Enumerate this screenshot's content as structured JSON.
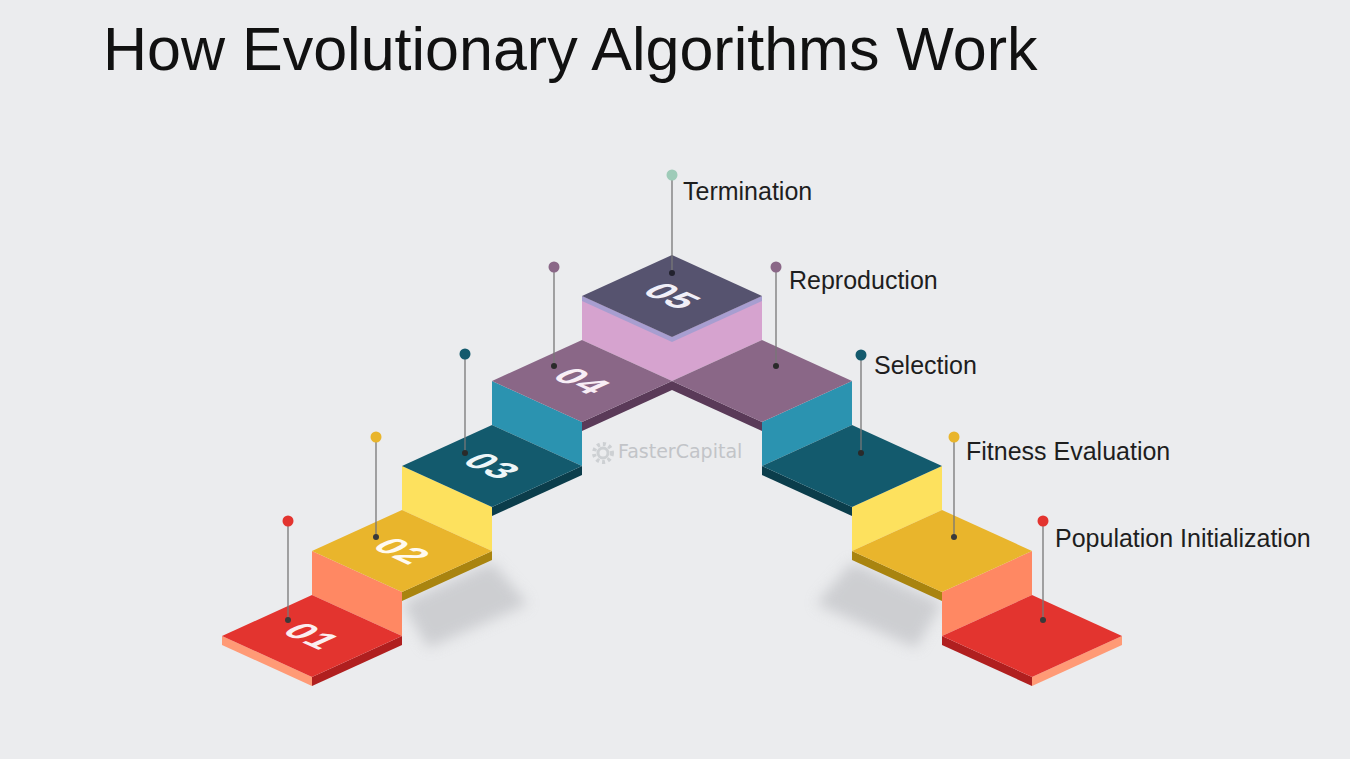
{
  "diagram": {
    "title": "How Evolutionary Algorithms Work",
    "nodes": [
      {
        "text": [
          "01"
        ]
      },
      {
        "text": [
          "02"
        ]
      },
      {
        "text": [
          "03"
        ]
      },
      {
        "text": [
          "04"
        ]
      },
      {
        "text": [
          "05"
        ]
      }
    ],
    "labels": [
      "Termination",
      "Reproduction",
      "Selection",
      "Fitness Evaluation",
      "Population Initialization",
      "FasterCapital"
    ]
  }
}
